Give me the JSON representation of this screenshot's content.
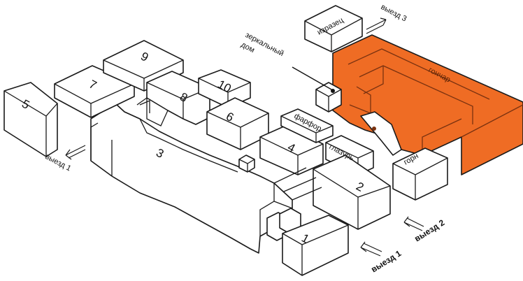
{
  "buildings": {
    "b1": "1",
    "b2": "2",
    "b3": "3",
    "b4": "4",
    "b5": "5",
    "b6": "6",
    "b7": "7",
    "b8": "8",
    "b9": "9",
    "b10": "10",
    "gonchar": "гончар",
    "gorn": "горн",
    "glazur": "глазурь",
    "farfor": "фарфор",
    "izrazets": "изразец"
  },
  "pointer_label": [
    "зеркальный",
    "дом"
  ],
  "exits": {
    "exit1_left": "выезд 1",
    "exit1_bottom": "выезд 1",
    "exit2": "выезд 2",
    "exit3": "выезд 3"
  },
  "colors": {
    "highlight": "#ef6c24"
  }
}
